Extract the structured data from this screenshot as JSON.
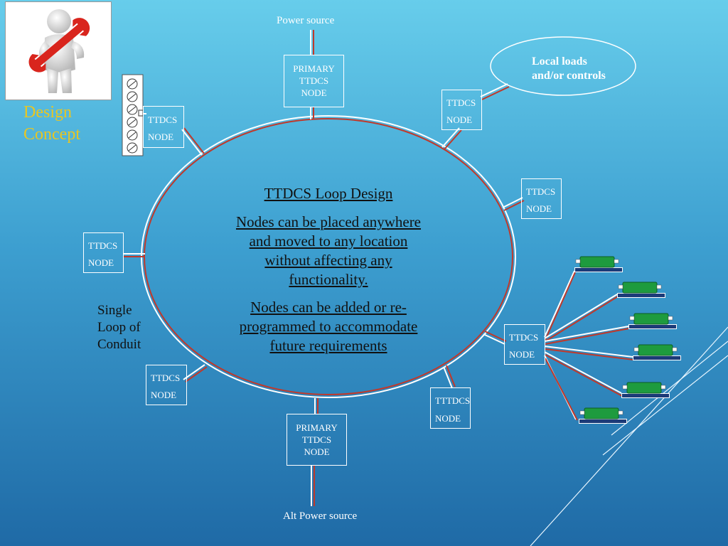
{
  "slide": {
    "side_title": [
      "Design",
      "Concept"
    ],
    "power_source": "Power source",
    "alt_power_source": "Alt Power source",
    "single_loop": [
      "Single",
      "Loop of",
      "Conduit"
    ],
    "loop_title": "TTDCS Loop Design",
    "paragraph1": [
      "Nodes can be placed anywhere",
      "and moved to any location",
      "without affecting any",
      "functionality."
    ],
    "paragraph2": [
      "Nodes can be added or re-",
      "programmed to accommodate",
      "future requirements"
    ],
    "local_loads": [
      "Local loads",
      "and/or controls"
    ]
  },
  "nodes": {
    "primary_top": [
      "PRIMARY",
      "TTDCS",
      "NODE"
    ],
    "primary_bottom": [
      "PRIMARY",
      "TTDCS",
      "NODE"
    ],
    "node_upper_left": [
      "TTDCS",
      "NODE"
    ],
    "node_upper_right": [
      "TTDCS",
      "NODE"
    ],
    "node_right": [
      "TTDCS",
      "NODE"
    ],
    "node_left": [
      "TTDCS",
      "NODE"
    ],
    "node_lower_left": [
      "TTDCS",
      "NODE"
    ],
    "node_lower_right": [
      "TTTDCS",
      "NODE"
    ],
    "node_far_right": [
      "TTDCS",
      "NODE"
    ]
  },
  "colors": {
    "loop_line": "#c0392b",
    "title_yellow": "#e8c622",
    "device_green": "#1e9b3e",
    "device_base": "#1c3b78"
  },
  "icons": [
    "mechanic-with-wrench-icon",
    "terminal-block-icon",
    "field-device-icon"
  ]
}
